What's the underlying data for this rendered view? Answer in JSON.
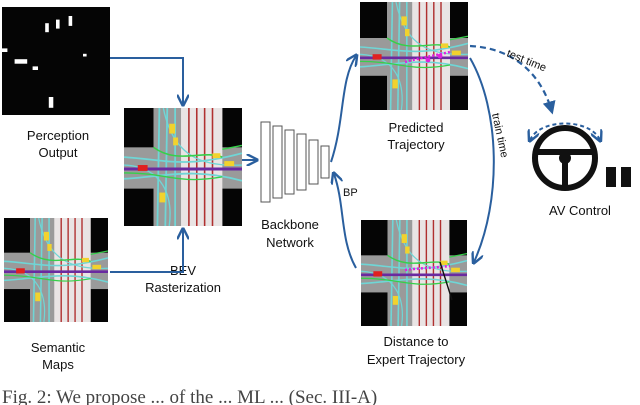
{
  "labels": {
    "perception_line1": "Perception",
    "perception_line2": "Output",
    "semantic_line1": "Semantic",
    "semantic_line2": "Maps",
    "bev_line1": "BEV",
    "bev_line2": "Rasterization",
    "backbone_line1": "Backbone",
    "backbone_line2": "Network",
    "predicted_line1": "Predicted",
    "predicted_line2": "Trajectory",
    "distance_line1": "Distance to",
    "distance_line2": "Expert Trajectory",
    "av_control": "AV Control"
  },
  "annotations": {
    "test_time": "test time",
    "train_time": "train time",
    "bp": "BP"
  },
  "caption": "Fig. 2: We propose ... of the ... ML ... (Sec. III-A)",
  "colors": {
    "arrow": "#2a5f9e",
    "road_gray": "#9a9a9a",
    "lane_cyan": "#6fd6d6",
    "lane_red": "#b03030",
    "path_purple": "#6a2aa0",
    "vehicle_yellow": "#f2d22e",
    "ego_red": "#e02020",
    "prediction_magenta": "#e020e0",
    "lane_green": "#36d04a"
  },
  "icons": [
    "steering-wheel-icon",
    "pause-bars-icon"
  ]
}
